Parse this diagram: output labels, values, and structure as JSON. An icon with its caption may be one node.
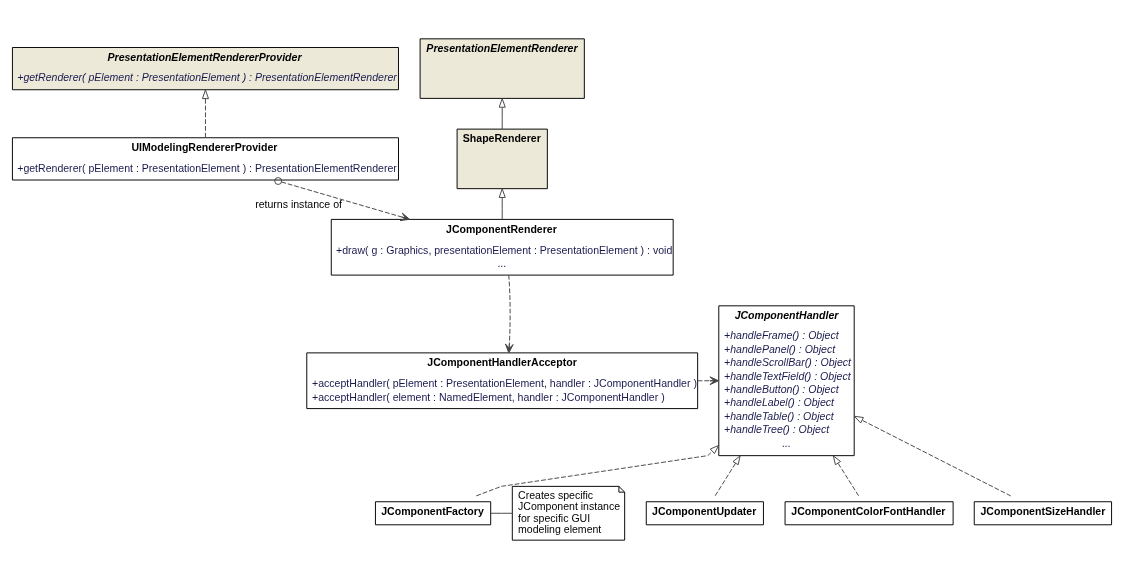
{
  "diagram": {
    "nodes": [
      {
        "text": [
          "PresentationElementRenderer"
        ]
      },
      {
        "text": [
          "PresentationElementRendererProvider",
          "+getRenderer( pElement : PresentationElement ) : PresentationElementRenderer"
        ]
      },
      {
        "text": [
          "ShapeRenderer"
        ]
      },
      {
        "text": [
          "UIModelingRendererProvider",
          "+getRenderer( pElement : PresentationElement ) : PresentationElementRenderer"
        ]
      },
      {
        "text": [
          "JComponentRenderer",
          "+draw( g : Graphics, presentationElement : PresentationElement ) : void",
          "..."
        ]
      },
      {
        "text": [
          "JComponentHandler",
          "+handleFrame() : Object",
          "+handlePanel() : Object",
          "+handleScrollBar() : Object",
          "+handleTextField() : Object",
          "+handleButton() : Object",
          "+handleLabel() : Object",
          "+handleTable() : Object",
          "+handleTree() : Object",
          "..."
        ]
      },
      {
        "text": [
          "JComponentHandlerAcceptor",
          "+acceptHandler( pElement : PresentationElement, handler : JComponentHandler )",
          "+acceptHandler( element : NamedElement, handler : JComponentHandler )"
        ]
      },
      {
        "text": [
          "Creates specific JComponent instance for specific GUI modeling element"
        ]
      },
      {
        "text": [
          "JComponentFactory"
        ]
      },
      {
        "text": [
          "JComponentUpdater"
        ]
      },
      {
        "text": [
          "JComponentColorFontHandler"
        ]
      },
      {
        "text": [
          "JComponentSizeHandler"
        ]
      }
    ],
    "edges": [
      {
        "from": 2,
        "to": 0,
        "arrow": "to"
      },
      {
        "from": 4,
        "to": 2,
        "arrow": "to"
      },
      {
        "from": 3,
        "to": 1,
        "arrow": "to",
        "style": "dashed"
      },
      {
        "from": 3,
        "to": 4,
        "arrow": "to",
        "style": "dashed",
        "label": "returns instance of"
      },
      {
        "from": 4,
        "to": 6,
        "arrow": "to",
        "style": "dashed"
      },
      {
        "from": 6,
        "to": 5,
        "arrow": "to",
        "style": "dashed"
      },
      {
        "from": 8,
        "to": 5,
        "arrow": "to",
        "style": "dashed"
      },
      {
        "from": 9,
        "to": 5,
        "arrow": "to",
        "style": "dashed"
      },
      {
        "from": 10,
        "to": 5,
        "arrow": "to",
        "style": "dashed"
      },
      {
        "from": 11,
        "to": 5,
        "arrow": "to",
        "style": "dashed"
      },
      {
        "from": 7,
        "to": 8,
        "arrow": "none"
      }
    ]
  }
}
